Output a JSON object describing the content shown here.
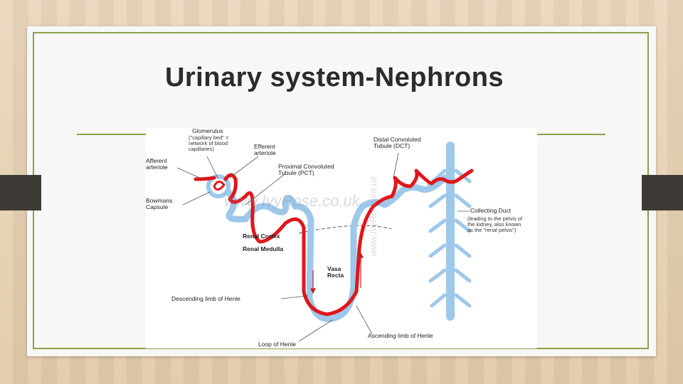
{
  "slide": {
    "title": "Urinary system-Nephrons"
  },
  "diagram": {
    "labels": {
      "glomerulus": "Glomerulus",
      "glomerulus_note": "(\"capillary bed\" =\nnetwork of blood\ncapillaries)",
      "afferent": "Afferent\narteriole",
      "efferent": "Efferent\narteriole",
      "pct": "Proximal Convoluted\nTubule (PCT)",
      "dct": "Distal Convoluted\nTubule (DCT)",
      "bowmans": "Bowmans\nCapsule",
      "collecting": "Collecting Duct",
      "collecting_note": "(leading to the pelvis of\nthe kidney, also known\nas the \"renal pelvis\")",
      "renal_cortex": "Renal Cortex",
      "renal_medulla": "Renal Medulla",
      "vasa_recta": "Vasa\nRecta",
      "descending": "Descending limb of Henle",
      "ascending": "Ascending limb of Henle",
      "loop": "Loop of Henle"
    },
    "watermark": "www.IvyRose.co.uk",
    "colors": {
      "blood": "#e0161b",
      "tubule": "#9ec8ea",
      "accent_line": "#8aa34a"
    }
  }
}
